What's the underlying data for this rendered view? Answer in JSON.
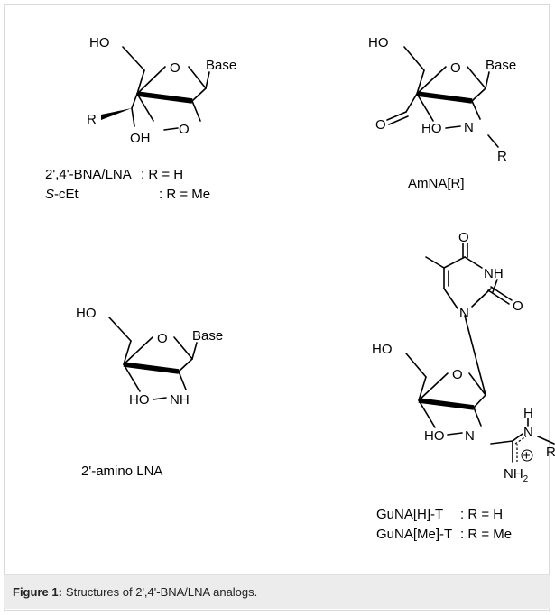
{
  "figure": {
    "caption_label": "Figure 1:",
    "caption_text": "Structures of 2',4'-BNA/LNA analogs."
  },
  "structures": {
    "bna": {
      "atoms": {
        "ho": "HO",
        "o_ring": "O",
        "base": "Base",
        "r": "R",
        "oh": "OH",
        "o_bridge": "O"
      },
      "labels": [
        {
          "name": "2',4'-BNA/LNA",
          "def": ": R = H"
        },
        {
          "name_prefix": "S",
          "name": "-cEt",
          "def": ": R = Me"
        }
      ]
    },
    "amna": {
      "atoms": {
        "ho": "HO",
        "o_ring": "O",
        "base": "Base",
        "o_carbonyl": "O",
        "ho_low": "HO",
        "n": "N",
        "r": "R"
      },
      "labels": [
        {
          "name": "AmNA[R]"
        }
      ]
    },
    "amino_lna": {
      "atoms": {
        "ho": "HO",
        "o_ring": "O",
        "base": "Base",
        "ho_low": "HO",
        "nh": "NH"
      },
      "labels": [
        {
          "name": "2'-amino LNA"
        }
      ]
    },
    "guna": {
      "atoms": {
        "o_top": "O",
        "nh_ring": "NH",
        "o_right": "O",
        "n_ring": "N",
        "ho": "HO",
        "o_ring": "O",
        "ho_low": "HO",
        "n": "N",
        "h": "H",
        "n_imine": "N",
        "r": "R",
        "nh2": "NH",
        "nh2_sub": "2",
        "plus": "+"
      },
      "labels": [
        {
          "name": "GuNA[H]-T",
          "def": ": R = H"
        },
        {
          "name": "GuNA[Me]-T",
          "def": ": R = Me"
        }
      ]
    }
  }
}
